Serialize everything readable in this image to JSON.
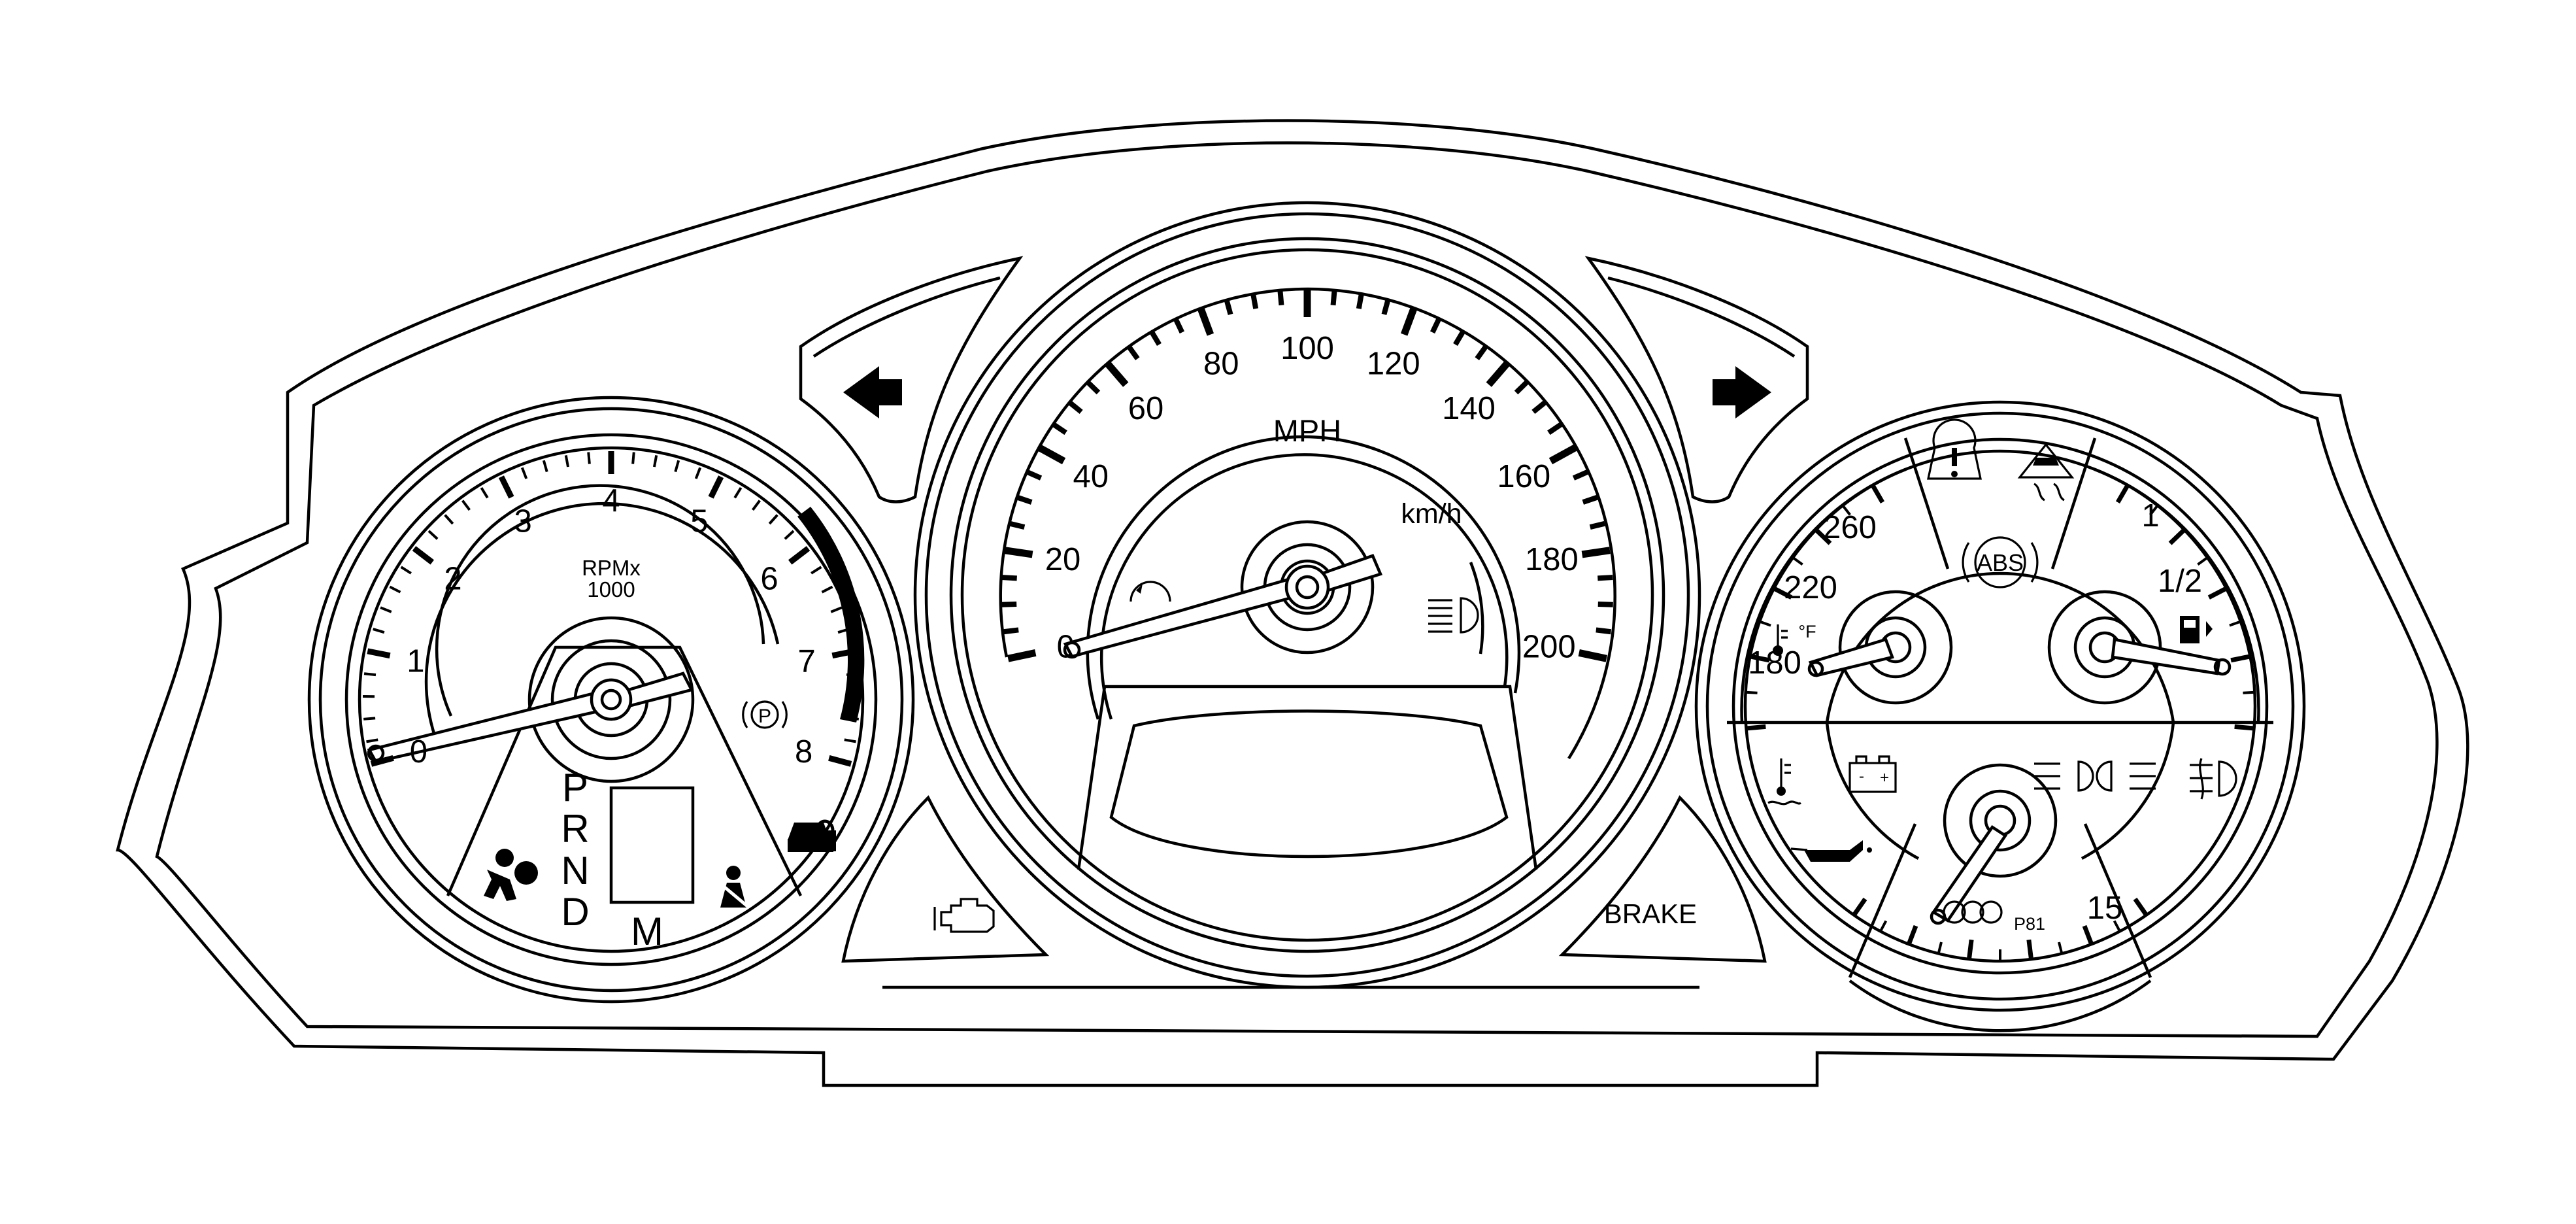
{
  "tachometer": {
    "scale_labels": [
      "0",
      "1",
      "2",
      "3",
      "4",
      "5",
      "6",
      "7",
      "8"
    ],
    "unit_label": "RPMx",
    "unit_label_2": "1000",
    "pointer_value": 0
  },
  "gear_indicator": {
    "gears": [
      "P",
      "R",
      "N",
      "D"
    ],
    "manual_label": "M"
  },
  "speedometer": {
    "mph_labels": [
      "0",
      "20",
      "40",
      "60",
      "80",
      "100",
      "120",
      "140",
      "160",
      "180",
      "200"
    ],
    "unit_mph": "MPH",
    "unit_kmh": "km/h",
    "pointer_value": 0
  },
  "coolant_gauge": {
    "labels": [
      "180",
      "220",
      "260"
    ],
    "unit": "°F"
  },
  "fuel_gauge": {
    "labels": [
      "1",
      "1/2"
    ]
  },
  "lower_gauge": {
    "labels": [
      "15"
    ],
    "code": "P81"
  },
  "telltales": {
    "brake_label": "BRAKE",
    "abs_label": "ABS"
  }
}
